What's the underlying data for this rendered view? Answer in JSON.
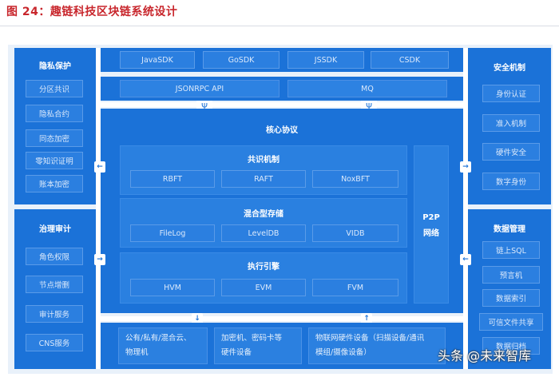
{
  "header": {
    "title": "图 24：趣链科技区块链系统设计"
  },
  "sdks": [
    "JavaSDK",
    "GoSDK",
    "JSSDK",
    "CSDK"
  ],
  "api_bar": {
    "left": "JSONRPC API",
    "right": "MQ"
  },
  "core": {
    "title": "核心协议",
    "consensus": {
      "title": "共识机制",
      "items": [
        "RBFT",
        "RAFT",
        "NoxBFT"
      ]
    },
    "storage": {
      "title": "混合型存储",
      "items": [
        "FileLog",
        "LevelDB",
        "VIDB"
      ]
    },
    "engine": {
      "title": "执行引擎",
      "items": [
        "HVM",
        "EVM",
        "FVM"
      ]
    },
    "p2p": {
      "line1": "P2P",
      "line2": "网络"
    }
  },
  "privacy": {
    "title": "隐私保护",
    "items": [
      "分区共识",
      "隐私合约",
      "同态加密",
      "零知识证明",
      "账本加密"
    ]
  },
  "governance": {
    "title": "治理审计",
    "items": [
      "角色权限",
      "节点增删",
      "审计服务",
      "CNS服务"
    ]
  },
  "security": {
    "title": "安全机制",
    "items": [
      "身份认证",
      "准入机制",
      "硬件安全",
      "数字身份"
    ]
  },
  "data_mgmt": {
    "title": "数据管理",
    "items": [
      "链上SQL",
      "预言机",
      "数据索引",
      "可信文件共享",
      "数据归档"
    ]
  },
  "infra": {
    "cloud_l1": "公有/私有/混合云、",
    "cloud_l2": "物理机",
    "crypto_l1": "加密机、密码卡等",
    "crypto_l2": "硬件设备",
    "iot_l1": "物联网硬件设备（扫描设备/通讯",
    "iot_l2": "模组/摄像设备）"
  },
  "watermark": "头条 @未来智库"
}
